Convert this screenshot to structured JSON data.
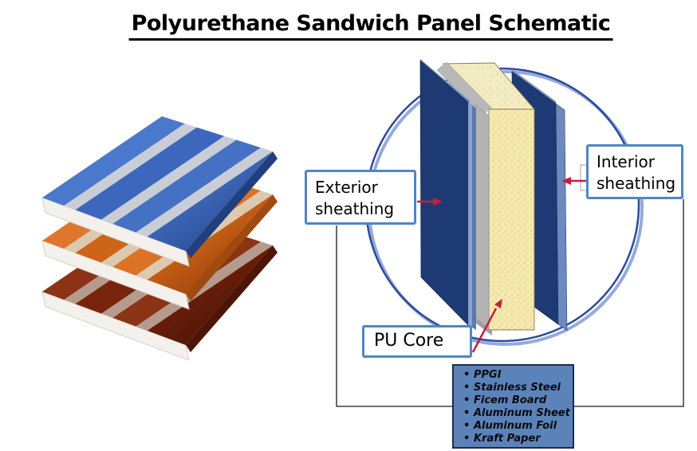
{
  "title": "Polyurethane Sandwich Panel Schematic",
  "illustration": {
    "name": "stacked corrugated sandwich roof panels",
    "panel_colors": {
      "top_panel": "#3c67bd",
      "middle_panel": "#cd6418",
      "bottom_panel": "#78240c",
      "foam_core_edge": "#f4f1ec",
      "rib_valley_metal": "#c9cdd6"
    }
  },
  "schematic": {
    "exterior_label": "Exterior sheathing",
    "interior_label": "Interior sheathing",
    "core_label": "PU Core",
    "materials": [
      "PPGI",
      "Stainless Steel",
      "Ficem Board",
      "Aluminum Sheet",
      "Aluminum Foil",
      "Kraft Paper"
    ],
    "colors": {
      "sheathing_face": "#1d3a74",
      "sheathing_edge_light": "#8ba2cf",
      "sheathing_edge_mid": "#5b79ae",
      "core_front": "#f6e9ae",
      "core_top": "#f3ecc3",
      "glue_layer_grey": "#b3b3b3",
      "circle_stroke": "#2a4a9a",
      "circle_shadow": "#96a9d9",
      "label_box_border": "#4f86c6",
      "materials_box_fill": "#5b83ba",
      "materials_box_border": "#1c2b4a",
      "arrow_red": "#c41f3a",
      "connector_line": "#1a1a1a"
    }
  }
}
